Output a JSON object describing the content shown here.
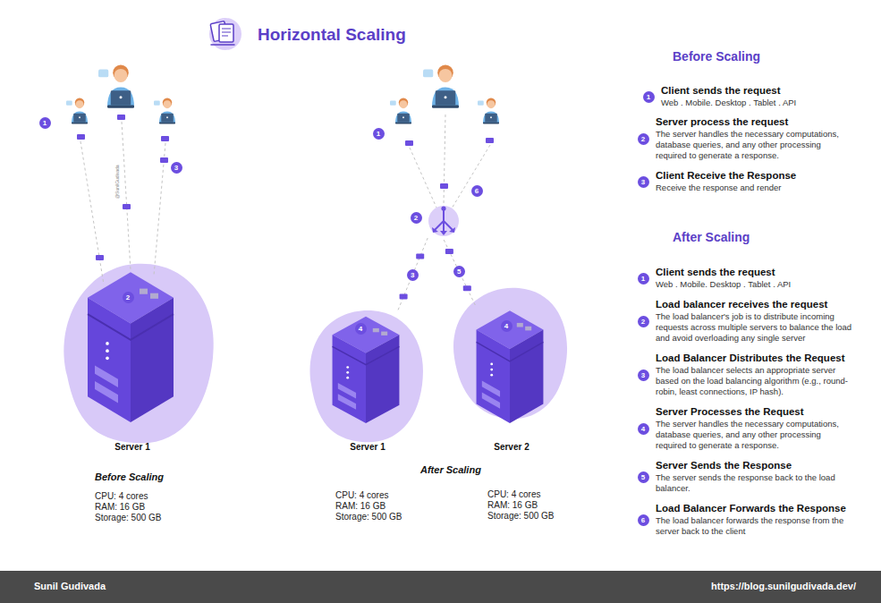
{
  "diagram": {
    "title": "Horizontal Scaling",
    "nodes": [
      {
        "text": [
          "2",
          "Server 1"
        ]
      },
      {
        "text": [
          "2"
        ]
      },
      {
        "text": [
          "4",
          "Server 1"
        ]
      },
      {
        "text": [
          "4",
          "Server 2"
        ]
      }
    ],
    "edges": [
      {
        "from": 1,
        "to": 2,
        "arrow": "none",
        "label": "3"
      },
      {
        "from": 3,
        "to": 1,
        "arrow": "none",
        "label": "5"
      }
    ],
    "labels": [
      "1",
      "3",
      "@SunilGudivada",
      "Before Scaling",
      "CPU: 4 cores",
      "RAM: 16 GB",
      "Storage: 500 GB",
      "1",
      "6",
      "After Scaling",
      "CPU: 4 cores",
      "RAM: 16 GB",
      "Storage: 500 GB",
      "CPU: 4 cores",
      "RAM: 16 GB",
      "Storage: 500 GB",
      "Before Scaling",
      "1",
      "Client sends the request",
      "Web . Mobile. Desktop . Tablet . API",
      "2",
      "Server process the request",
      "The server handles the necessary computations, database queries, and any other processing required to generate a response.",
      "3",
      "Client Receive the Response",
      "Receive the response and render",
      "After Scaling",
      "1",
      "Client sends the request",
      "Web . Mobile. Desktop . Tablet . API",
      "2",
      "Load balancer receives the request",
      "The load balancer's job is to distribute incoming requests across multiple servers to balance the load and avoid overloading any single server",
      "3",
      "Load Balancer Distributes the Request",
      "The load balancer selects an appropriate server based on the load balancing algorithm (e.g., round-robin, least connections, IP hash).",
      "4",
      "Server Processes the Request",
      "The server handles the necessary computations, database queries, and any other processing required to generate a response.",
      "5",
      "Server Sends the Response",
      "The server sends the response back to the load balancer.",
      "6",
      "Load Balancer Forwards the Response",
      "The load balancer forwards the response from the server back to the client",
      "Sunil Gudivada",
      "https://blog.sunilgudivada.dev/"
    ]
  }
}
